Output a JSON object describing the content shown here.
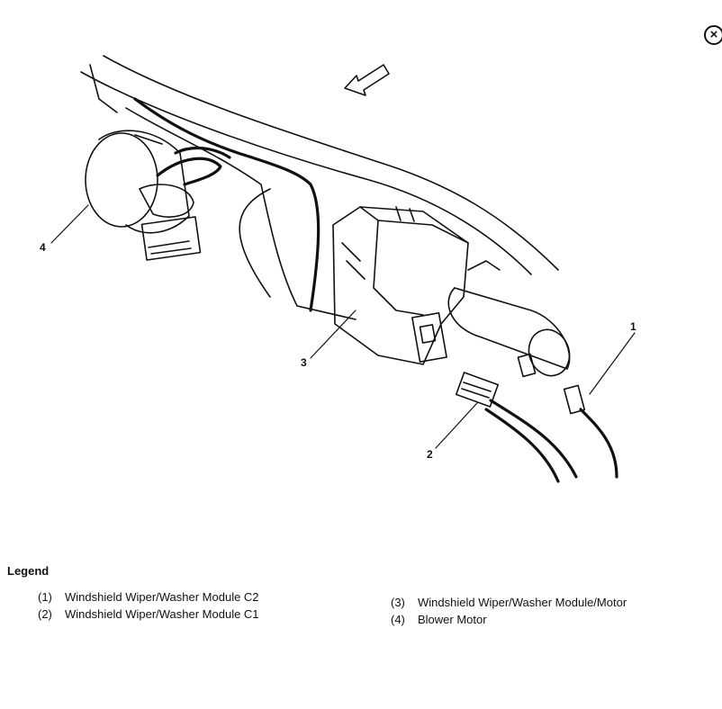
{
  "callouts": {
    "c1": "1",
    "c2": "2",
    "c3": "3",
    "c4": "4"
  },
  "legend": {
    "title": "Legend",
    "items": [
      {
        "num": "(1)",
        "text": "Windshield Wiper/Washer Module C2"
      },
      {
        "num": "(2)",
        "text": "Windshield Wiper/Washer Module C1"
      },
      {
        "num": "(3)",
        "text": "Windshield Wiper/Washer Module/Motor"
      },
      {
        "num": "(4)",
        "text": "Blower Motor"
      }
    ]
  },
  "close": {
    "glyph": "×",
    "icon": "close-circle-icon"
  }
}
